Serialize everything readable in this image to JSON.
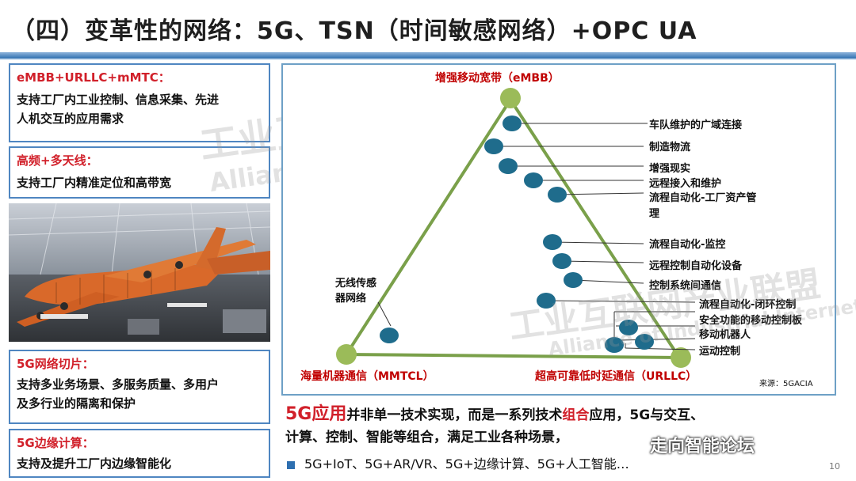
{
  "title": "（四）变革性的网络：5G、TSN（时间敏感网络）+OPC UA",
  "cards": [
    {
      "heading": "eMBB+URLLC+mMTC：",
      "body": [
        "支持工厂内工业控制、信息采集、先进",
        "人机交互的应用需求"
      ]
    },
    {
      "heading": "高频+多天线：",
      "body": [
        "支持工厂内精准定位和高带宽"
      ]
    },
    {
      "heading": "5G网络切片：",
      "body": [
        "支持多业务场景、多服务质量、多用户",
        "及多行业的隔离和保护"
      ]
    },
    {
      "heading": "5G边缘计算：",
      "body": [
        "支持及提升工厂内边缘智能化"
      ]
    }
  ],
  "diagram": {
    "vertex_top": "增强移动宽带（eMBB）",
    "vertex_left": "海量机器通信（MMTCL）",
    "vertex_right": "超高可靠低时延通信（URLLC）",
    "labels": [
      "车队维护的广域连接",
      "制造物流",
      "增强现实",
      "远程接入和维护",
      "流程自动化-工厂资产管",
      "理",
      "流程自动化-监控",
      "远程控制自动化设备",
      "控制系统间通信",
      "流程自动化-闭环控制",
      "安全功能的移动控制板",
      "移动机器人",
      "运动控制",
      "无线传感",
      "器网络"
    ],
    "source": "来源：5GACIA"
  },
  "watermark": {
    "cn": "工业互联网产业联盟",
    "en": "Alliance of Industrial Internet"
  },
  "summary": {
    "part1": "5G应用",
    "part2": "并非单一技术实现，而是一系列技术",
    "part3": "组合",
    "part4": "应用，5G与交互、",
    "line2": "计算、控制、智能等组合，满足工业各种场景，"
  },
  "bullet": "5G+IoT、5G+AR/VR、5G+边缘计算、5G+人工智能…",
  "wechat": "走向智能论坛",
  "page_number": "10",
  "colors": {
    "accent_blue": "#2e6fb0",
    "accent_red": "#d1202a",
    "triangle": "#7aa04a",
    "node": "#1f6c8c",
    "vertex": "#9bbb59"
  }
}
